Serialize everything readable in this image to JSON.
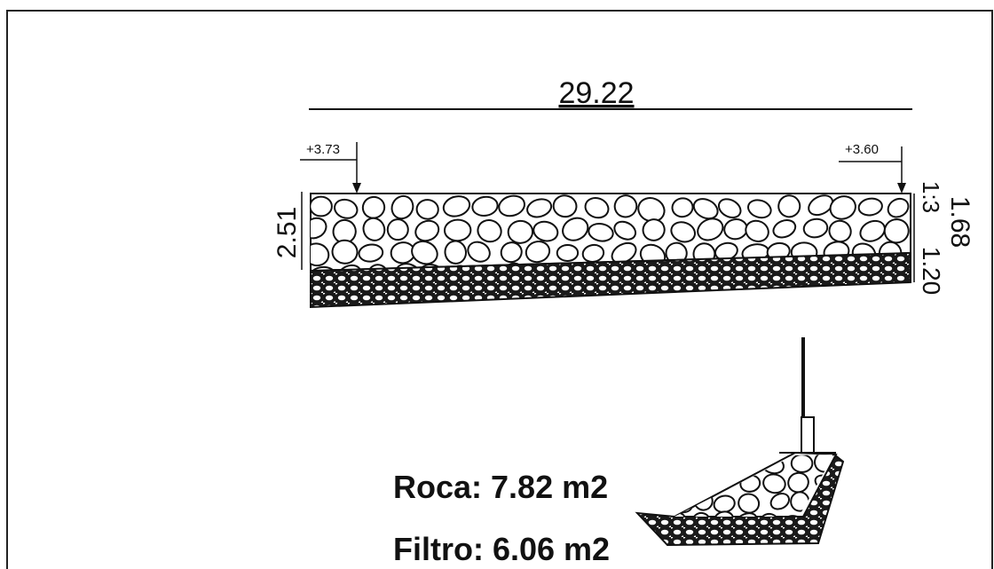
{
  "dimensions": {
    "total_width": "29.22",
    "level_left": "+3.73",
    "level_right": "+3.60",
    "height_left": "2.51",
    "height_right": "1.68",
    "height_right_inner": "1.20",
    "slope_label": "1:3"
  },
  "areas": {
    "roca": "Roca: 7.82 m2",
    "filtro": "Filtro: 6.06 m2"
  },
  "colors": {
    "line": "#111111",
    "background": "#ffffff"
  }
}
